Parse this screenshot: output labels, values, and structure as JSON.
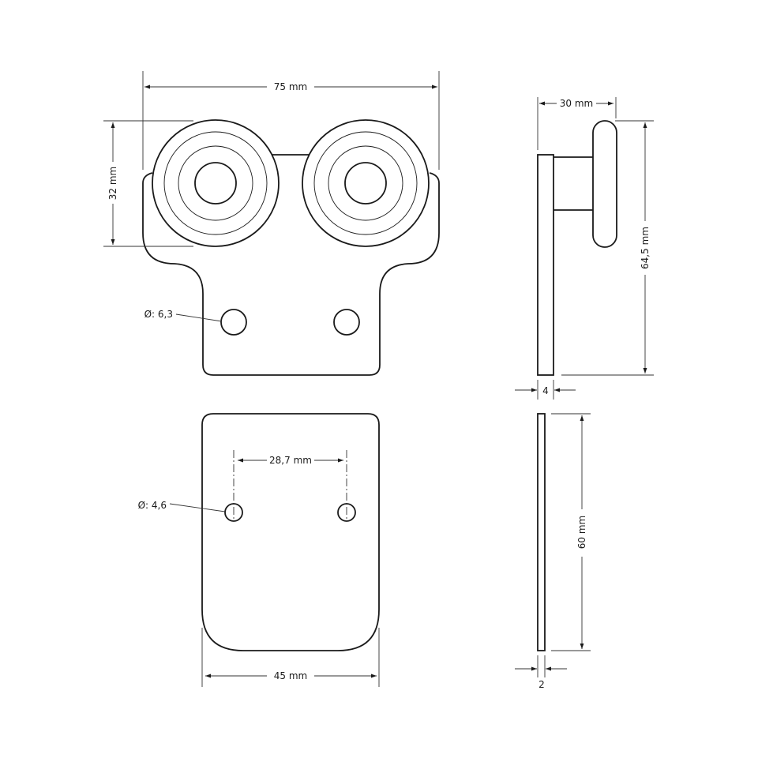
{
  "dimensions": {
    "width_total": "75 mm",
    "roller_height": "32 mm",
    "side_depth": "30 mm",
    "side_height": "64,5 mm",
    "plate_thickness_top": "4",
    "hole_diameter_top": "Ø: 6,3",
    "hole_spacing": "28,7 mm",
    "hole_diameter_bottom": "Ø: 4,6",
    "bottom_plate_height": "60 mm",
    "bottom_plate_width": "45 mm",
    "plate_thickness_bottom": "2"
  }
}
